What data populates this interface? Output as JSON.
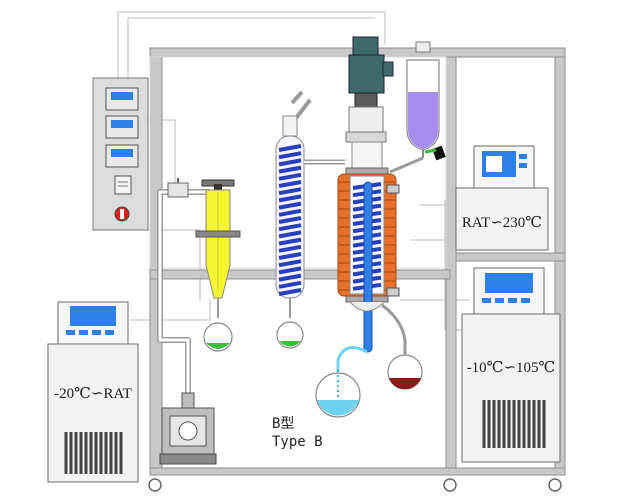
{
  "labels": {
    "chiller_range": "-20℃∽RAT",
    "heater_range": "RAT∽230℃",
    "circulator_range": "-10℃∽105℃",
    "model_cn": "B型",
    "model_en": "Type B"
  },
  "colors": {
    "frame": "#a8a8a8",
    "cabinet": "#dcdcdc",
    "equipment": "#f2f2f2",
    "screen": "#2f7fe8",
    "coil": "#2a3fbf",
    "jacket": "#e8702a",
    "cold_trap": "#f5f532",
    "feed_liquid": "#a58ef0",
    "distillate": "#6fd3f0",
    "residue": "#8b1a1a",
    "condensate": "#3bbf3b",
    "motor": "#3d6b6b",
    "power_switch": "#e02020"
  }
}
